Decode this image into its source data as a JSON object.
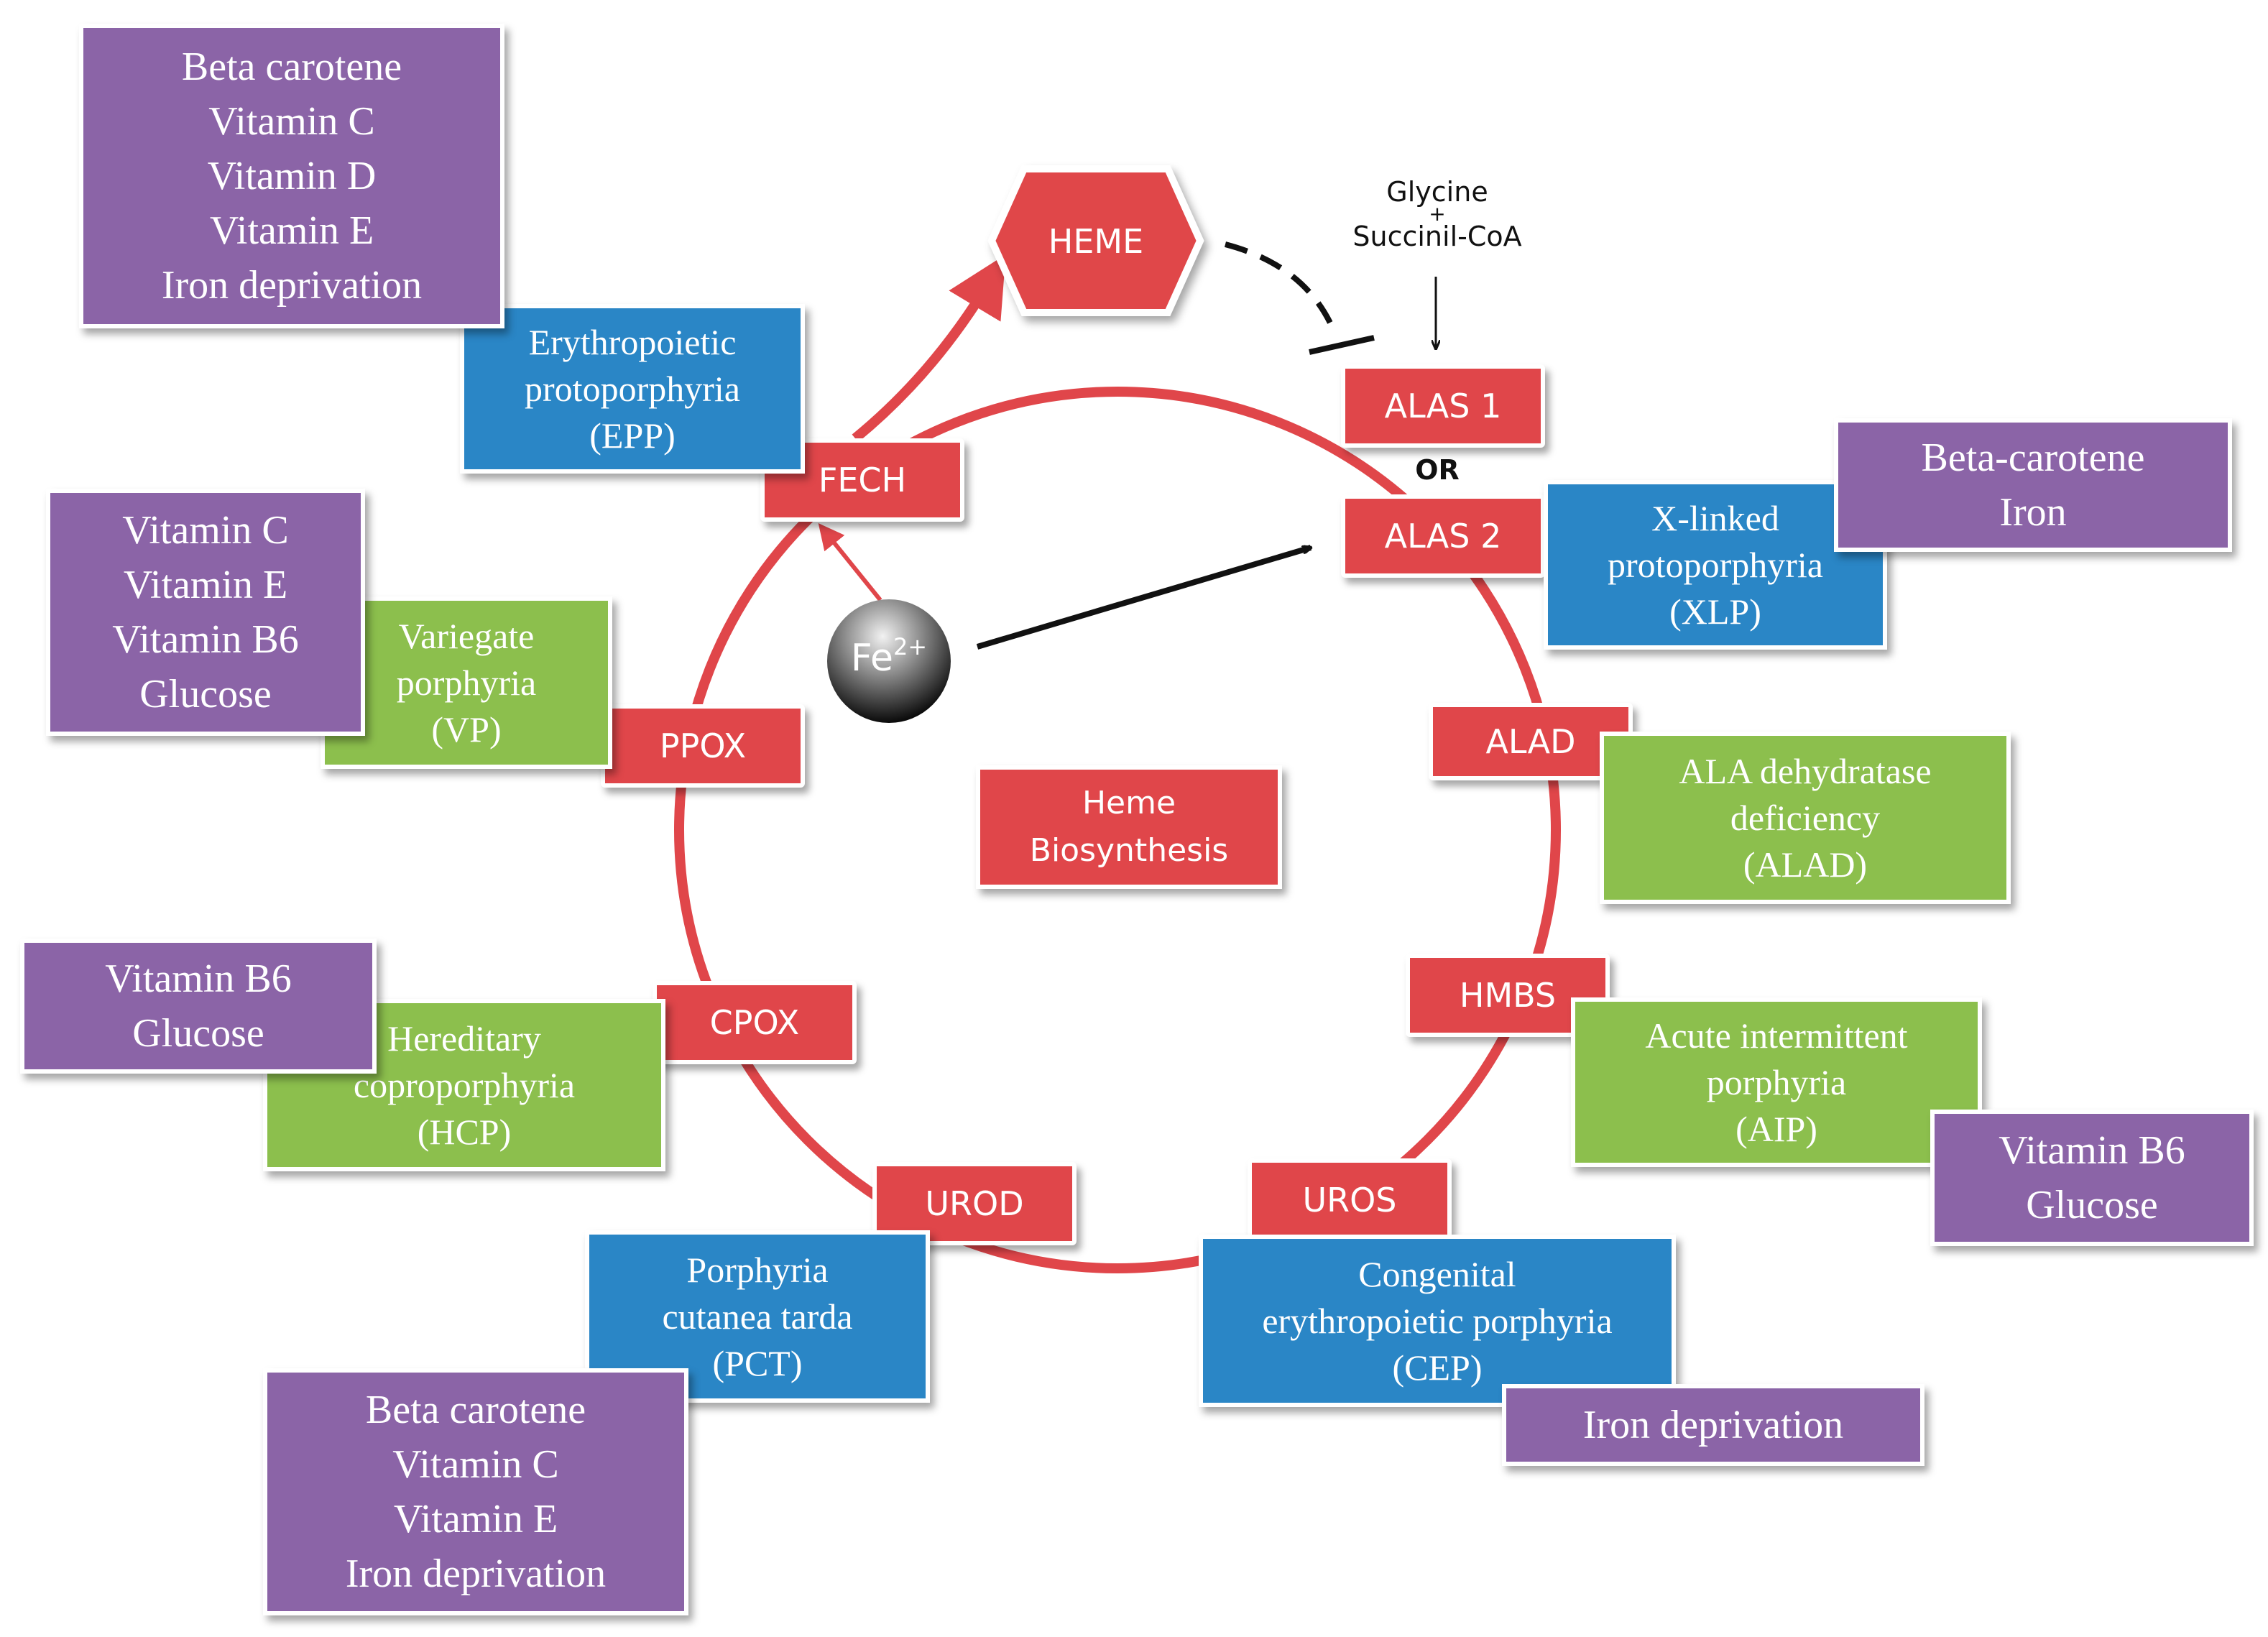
{
  "colors": {
    "enzyme": "#e0464a",
    "supplement": "#8b64a7",
    "cutaneous_porphyria": "#2a86c6",
    "acute_porphyria": "#8cbf4d",
    "arrow": "#e0464a"
  },
  "center_label": [
    "Heme",
    "Biosynthesis"
  ],
  "heme": "HEME",
  "iron": {
    "symbol": "Fe",
    "charge": "2+"
  },
  "substrates": {
    "line1": "Glycine",
    "plus": "+",
    "line2": "Succinil-CoA"
  },
  "or_label": "OR",
  "enzymes": {
    "alas1": "ALAS 1",
    "alas2": "ALAS 2",
    "alad": "ALAD",
    "hmbs": "HMBS",
    "uros": "UROS",
    "urod": "UROD",
    "cpox": "CPOX",
    "ppox": "PPOX",
    "fech": "FECH"
  },
  "diseases": {
    "epp": [
      "Erythropoietic",
      "protoporphyria",
      "(EPP)"
    ],
    "xlp": [
      "X-linked",
      "protoporphyria",
      "(XLP)"
    ],
    "alad": [
      "ALA dehydratase",
      "deficiency",
      "(ALAD)"
    ],
    "aip": [
      "Acute intermittent",
      "porphyria",
      "(AIP)"
    ],
    "cep": [
      "Congenital",
      "erythropoietic porphyria",
      "(CEP)"
    ],
    "pct": [
      "Porphyria",
      "cutanea tarda",
      "(PCT)"
    ],
    "hcp": [
      "Hereditary",
      "coproporphyria",
      "(HCP)"
    ],
    "vp": [
      "Variegate",
      "porphyria",
      "(VP)"
    ]
  },
  "modifiers": {
    "epp": [
      "Beta carotene",
      "Vitamin C",
      "Vitamin D",
      "Vitamin E",
      "Iron deprivation"
    ],
    "vp": [
      "Vitamin C",
      "Vitamin E",
      "Vitamin B6",
      "Glucose"
    ],
    "hcp": [
      "Vitamin B6",
      "Glucose"
    ],
    "pct": [
      "Beta carotene",
      "Vitamin C",
      "Vitamin E",
      "Iron deprivation"
    ],
    "xlp": [
      "Beta-carotene",
      "Iron"
    ],
    "aip": [
      "Vitamin B6",
      "Glucose"
    ],
    "cep": [
      "Iron deprivation"
    ]
  }
}
